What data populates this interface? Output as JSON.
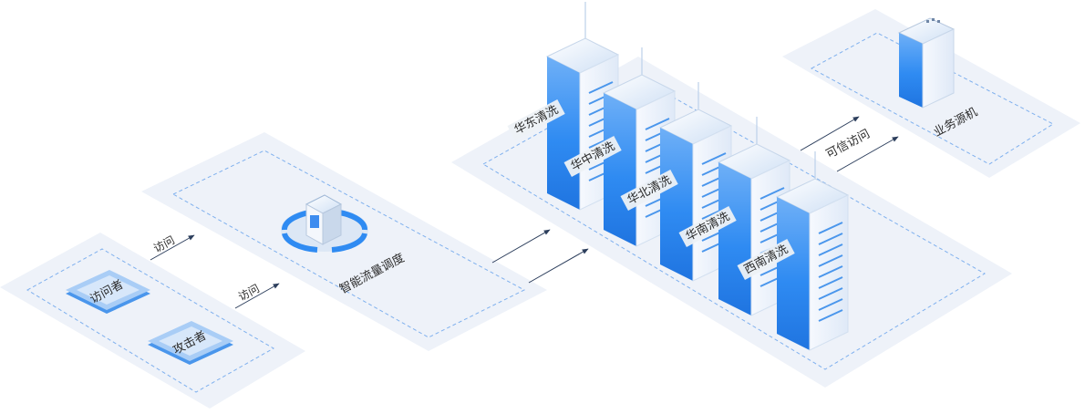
{
  "labels": {
    "visitor": "访问者",
    "attacker": "攻击者",
    "access_1": "访问",
    "access_2": "访问",
    "scheduler": "智能流量调度",
    "trusted_access": "可信访问",
    "origin": "业务源机"
  },
  "cleaning_nodes": [
    {
      "label": "华东清洗"
    },
    {
      "label": "华中清洗"
    },
    {
      "label": "华北清洗"
    },
    {
      "label": "华南清洗"
    },
    {
      "label": "西南清洗"
    }
  ],
  "colors": {
    "platform": "#eef2f9",
    "dash": "#7fb0ee",
    "arrow": "#2c3e5c",
    "server_blue": "#2f8bf2",
    "server_light": "#e9f1fb",
    "label_bg": "#edf1f6",
    "text": "#2b2b2b"
  }
}
